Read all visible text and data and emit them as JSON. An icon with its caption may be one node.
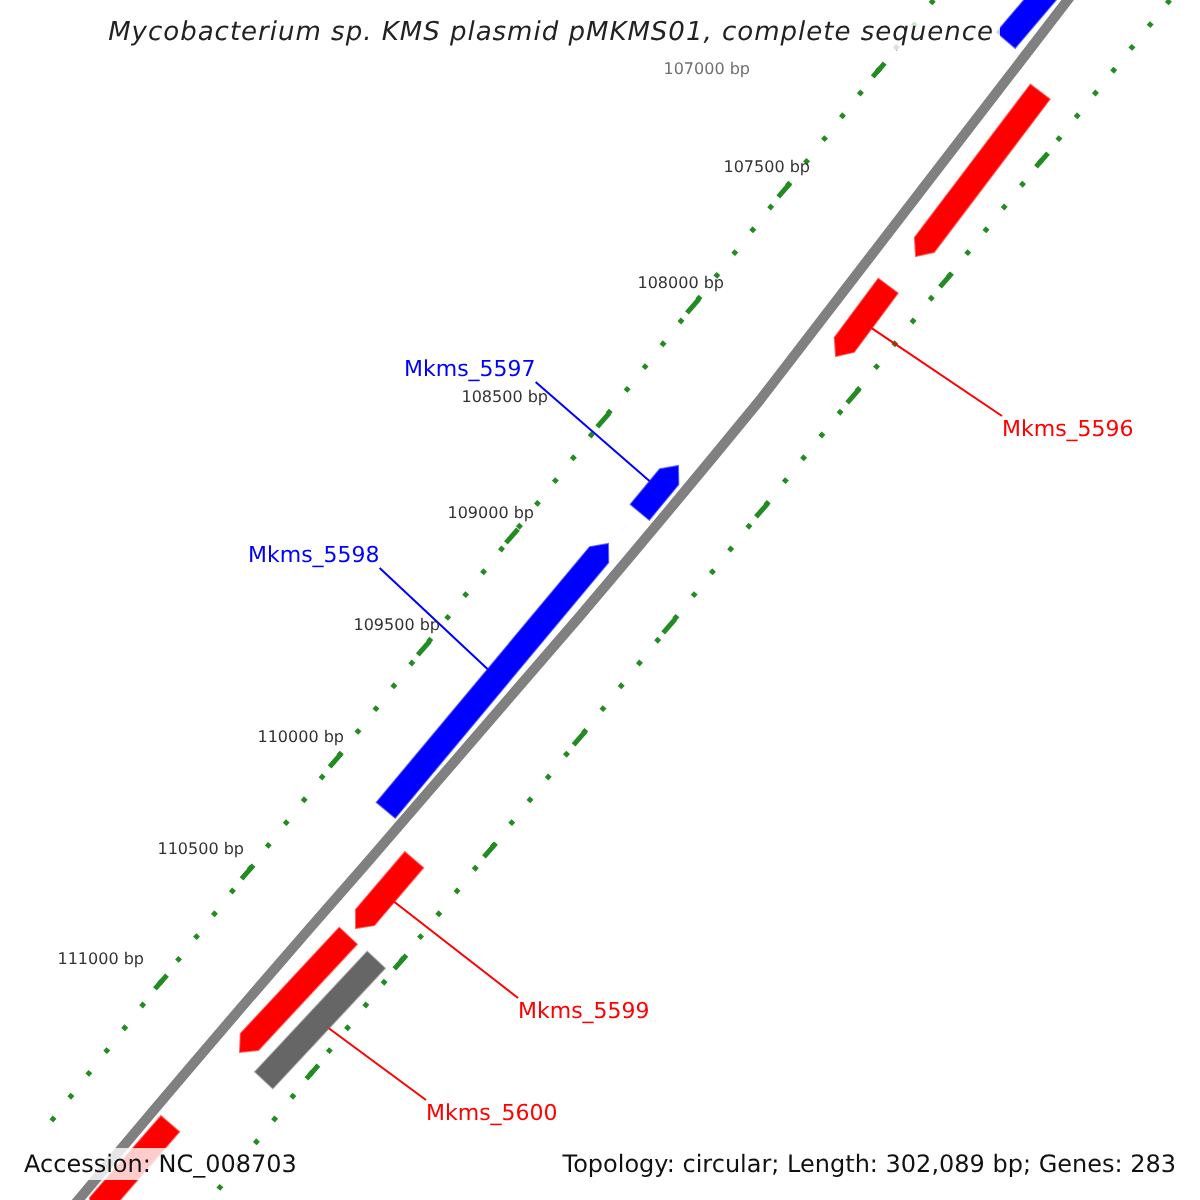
{
  "diagram": {
    "title": "Mycobacterium sp. KMS plasmid pMKMS01, complete sequence",
    "nodes": [
      {
        "text": [
          "Mkms_5597"
        ]
      },
      {
        "text": [
          "Mkms_5596"
        ]
      },
      {
        "text": [
          "Mkms_5598"
        ]
      },
      {
        "text": [
          "Mkms_5599"
        ]
      },
      {
        "text": [
          "Mkms_5600"
        ]
      },
      {
        "text": [],
        "shape": "arrow"
      },
      {
        "text": [],
        "shape": "arrow"
      },
      {
        "text": [],
        "shape": "arrow"
      },
      {
        "text": [],
        "shape": "arrow"
      },
      {
        "text": [],
        "shape": "arrow"
      },
      {
        "text": [],
        "shape": "arrow"
      },
      {
        "text": [],
        "shape": "arrow"
      },
      {
        "text": [],
        "shape": "bar"
      },
      {
        "text": [],
        "shape": "arrow"
      }
    ],
    "edges": [
      {
        "from": 0,
        "to": 8,
        "arrow": "none",
        "color": "#0000ff"
      },
      {
        "from": 1,
        "to": 7,
        "arrow": "none"
      },
      {
        "from": 2,
        "to": 9,
        "arrow": "none",
        "color": "#0000ff"
      },
      {
        "from": 3,
        "to": 10,
        "arrow": "none"
      },
      {
        "from": 4,
        "to": 12,
        "arrow": "none"
      }
    ],
    "labels": [
      "107000 bp",
      "107500 bp",
      "108000 bp",
      "108500 bp",
      "109000 bp",
      "109500 bp",
      "110000 bp",
      "110500 bp",
      "111000 bp",
      "Accession: NC_008703",
      "Topology: circular; Length: 302,089 bp; Genes: 283"
    ]
  }
}
